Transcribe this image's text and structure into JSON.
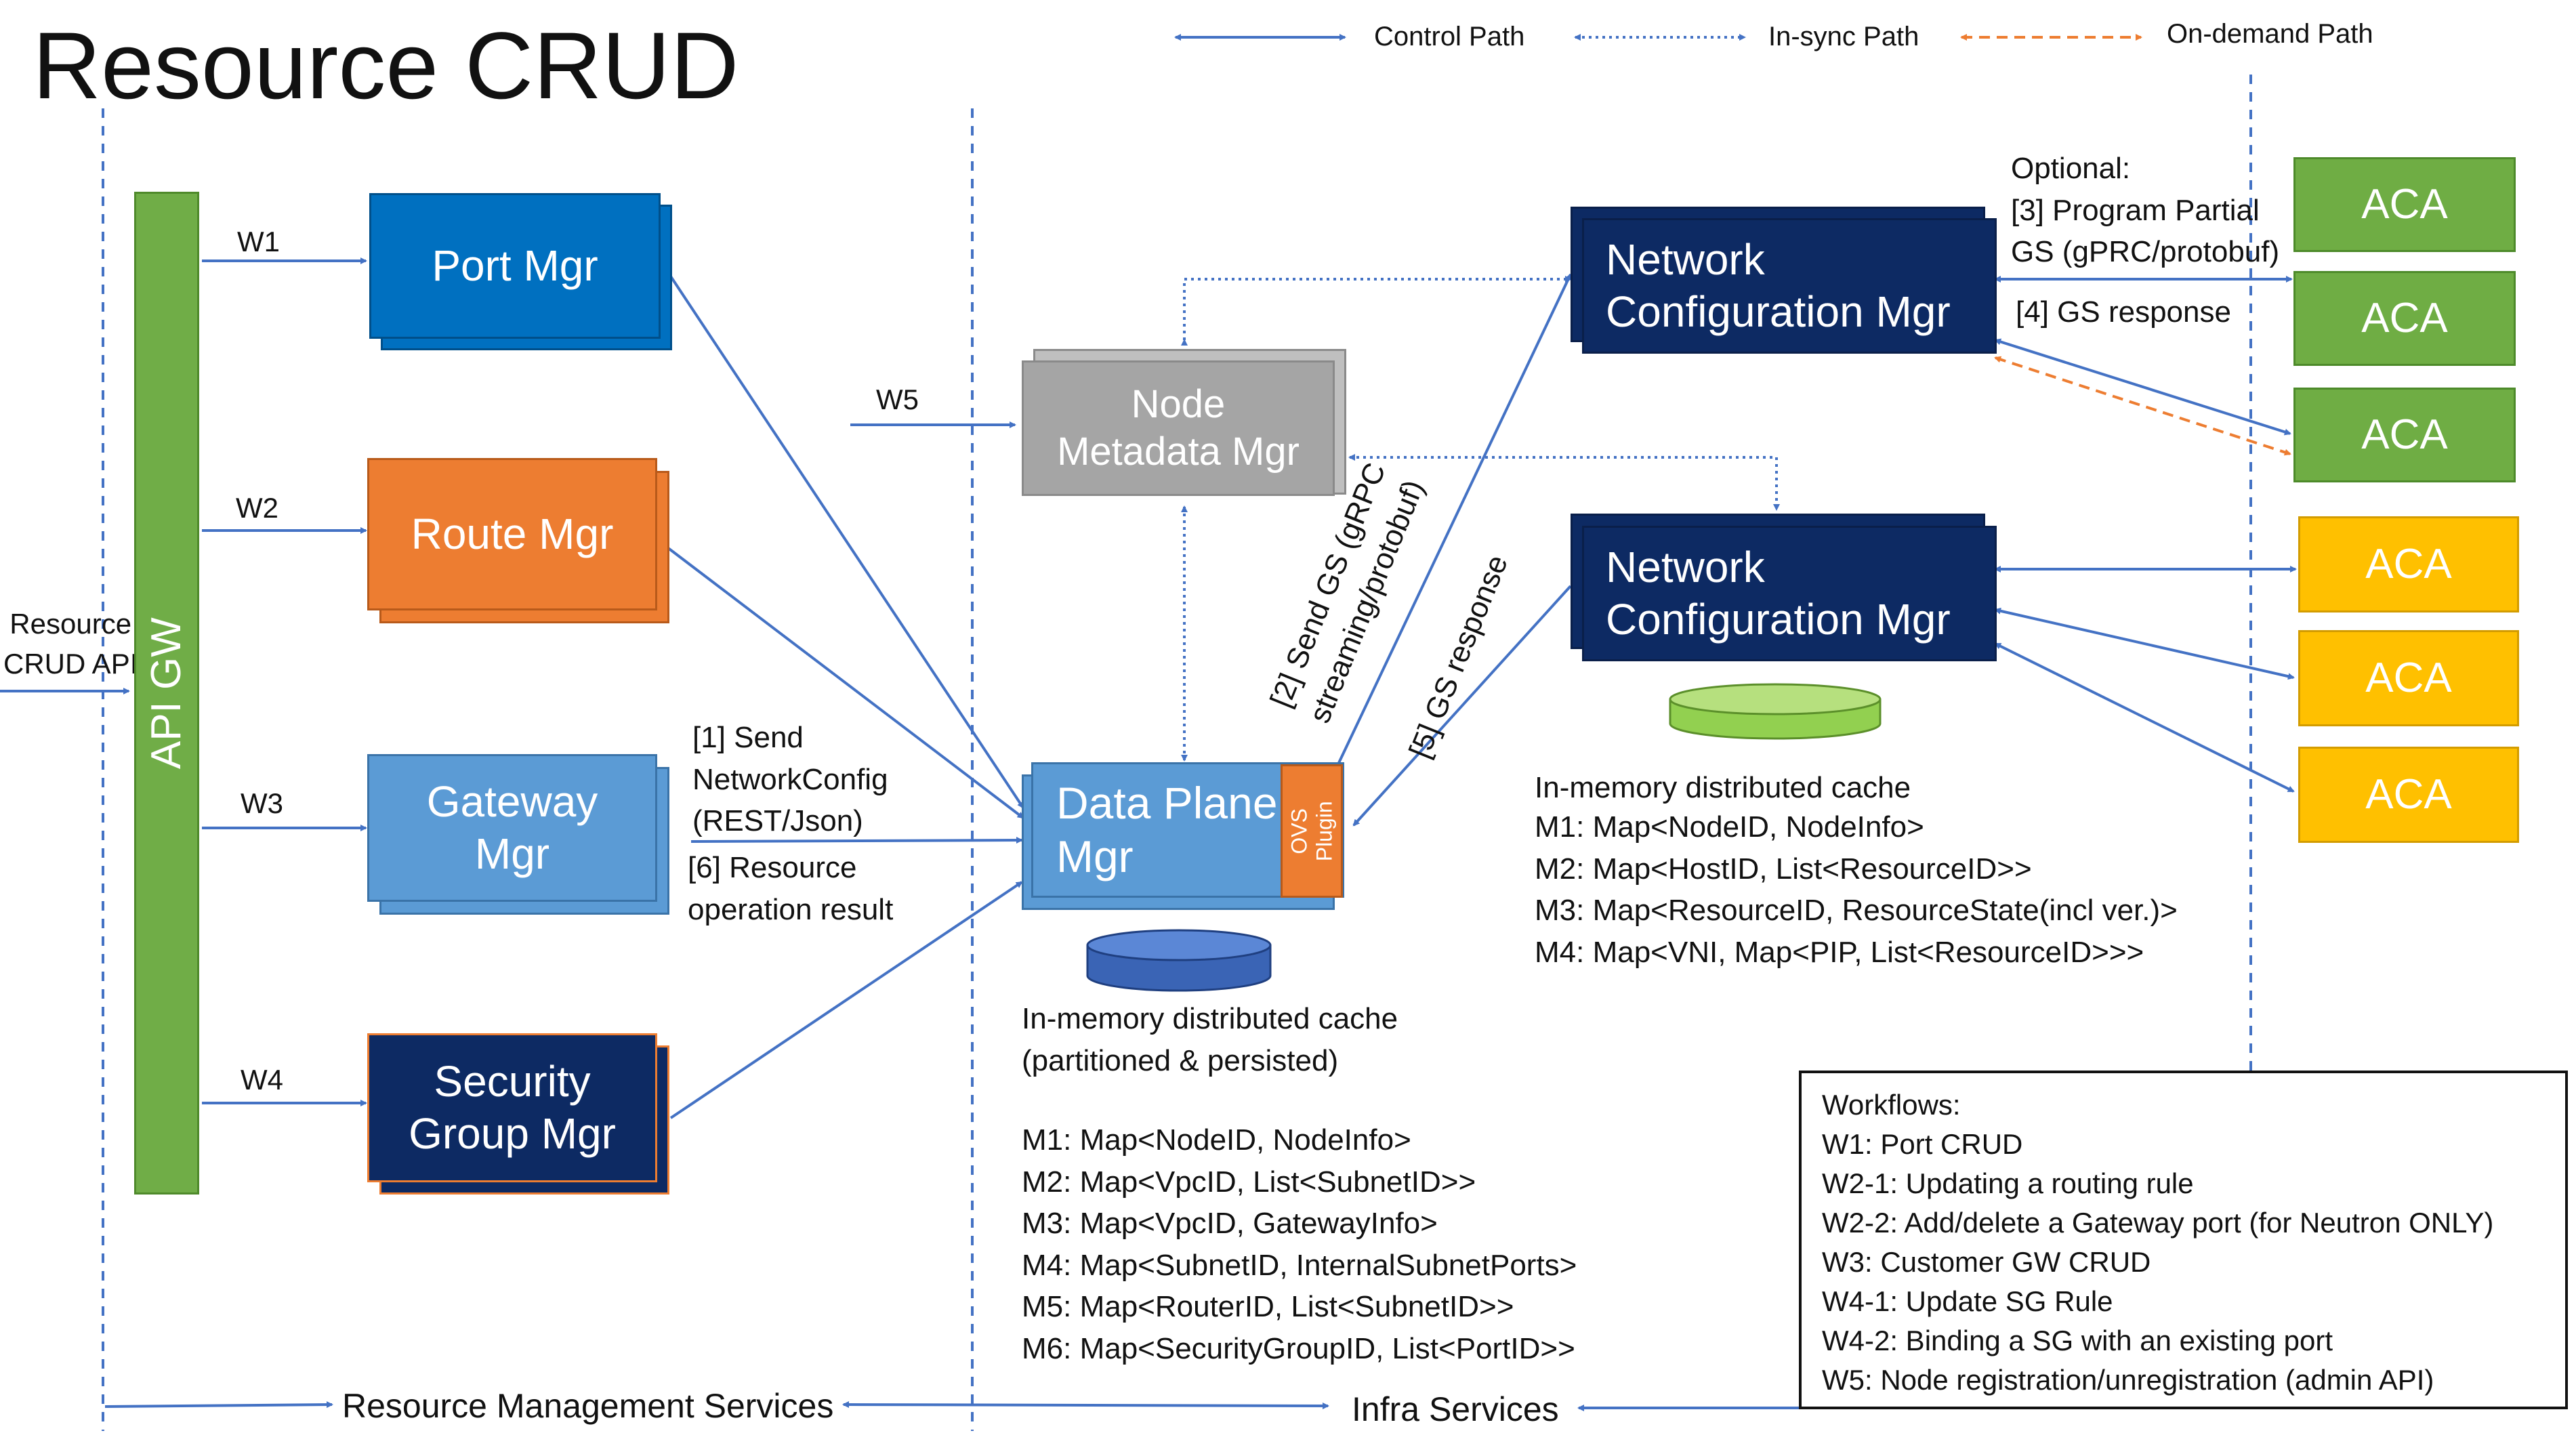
{
  "title": "Resource CRUD",
  "legend": {
    "control": "Control Path",
    "insync": "In-sync Path",
    "ondemand": "On-demand Path"
  },
  "colors": {
    "green": "#70ad47",
    "orange": "#ed7d31",
    "blue": "#0070c0",
    "lightblue": "#5b9bd5",
    "navy": "#0d2a63",
    "gray": "#a5a5a5",
    "yellow": "#ffc000",
    "arrow": "#4472c4"
  },
  "external": {
    "resource_api": "Resource\nCRUD API"
  },
  "gateway": {
    "label": "API GW"
  },
  "managers": {
    "port": "Port Mgr",
    "route": "Route Mgr",
    "gateway": "Gateway\nMgr",
    "security": "Security\nGroup Mgr",
    "node_meta": "Node\nMetadata Mgr",
    "data_plane": "Data Plane\nMgr",
    "ovs": "OVS\nPlugin",
    "ncm_top": "Network\nConfiguration Mgr",
    "ncm_bottom": "Network\nConfiguration Mgr"
  },
  "workflow_tags": {
    "w1": "W1",
    "w2": "W2",
    "w3": "W3",
    "w4": "W4",
    "w5": "W5"
  },
  "aca": {
    "label": "ACA"
  },
  "annotations": {
    "send_config": "[1] Send\nNetworkConfig\n(REST/Json)",
    "op_result": "[6] Resource\noperation result",
    "send_gs": "[2] Send GS (gRPC\nstreaming/protobuf)",
    "gs_response": "[5] GS response",
    "optional": "Optional:\n[3] Program Partial\nGS (gPRC/protobuf)",
    "gs_response4": "[4] GS response"
  },
  "dp_cache": {
    "heading": "In-memory distributed cache\n(partitioned & persisted)",
    "maps": [
      "M1: Map<NodeID, NodeInfo>",
      "M2: Map<VpcID, List<SubnetID>>",
      "M3: Map<VpcID, GatewayInfo>",
      "M4: Map<SubnetID, InternalSubnetPorts>",
      "M5: Map<RouterID, List<SubnetID>>",
      "M6: Map<SecurityGroupID, List<PortID>>"
    ]
  },
  "ncm_cache": {
    "heading": "In-memory distributed cache",
    "maps": [
      "M1: Map<NodeID, NodeInfo>",
      "M2: Map<HostID, List<ResourceID>>",
      "M3: Map<ResourceID, ResourceState(incl ver.)>",
      "M4: Map<VNI, Map<PIP, List<ResourceID>>>"
    ]
  },
  "workflows": {
    "heading": "Workflows:",
    "items": [
      "W1: Port CRUD",
      "W2-1: Updating a routing rule",
      "W2-2: Add/delete a Gateway port (for Neutron ONLY)",
      "W3: Customer GW CRUD",
      "W4-1: Update SG Rule",
      "W4-2: Binding a SG with an existing port",
      "W5: Node registration/unregistration (admin API)"
    ]
  },
  "footer": {
    "rms": "Resource Management Services",
    "infra": "Infra Services"
  }
}
